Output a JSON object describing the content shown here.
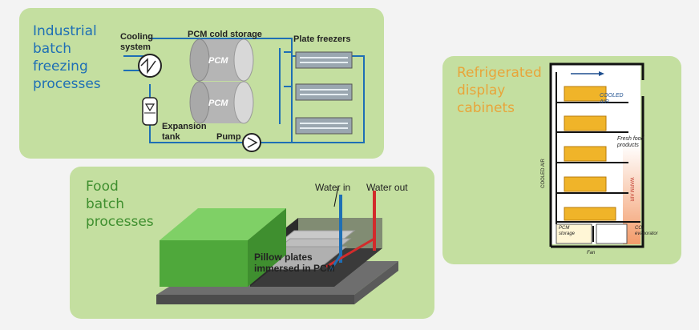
{
  "panels": {
    "industrial": {
      "title": "Industrial\nbatch\nfreezing\nprocesses",
      "labels": {
        "cooling_system": "Cooling\nsystem",
        "pcm_cold_storage": "PCM cold storage",
        "plate_freezers": "Plate freezers",
        "expansion_tank": "Expansion\ntank",
        "pump": "Pump",
        "pcm1": "PCM",
        "pcm2": "PCM"
      }
    },
    "food": {
      "title": "Food\nbatch\nprocesses",
      "labels": {
        "water_in": "Water in",
        "water_out": "Water out",
        "pillow_plates": "Pillow plates\nimmersed in PCM"
      }
    },
    "refrigerated": {
      "title": "Refrigerated\ndisplay\ncabinets",
      "labels": {
        "cooled_air": "COOLED\nAIR",
        "fresh_food": "Fresh food\nproducts",
        "cooled_air_vertical": "COOLED AIR",
        "warm_air": "WARM AIR",
        "pcm_storage": "PCM\nstorage",
        "co2_evaporator": "CO₂\nevaporator",
        "fan": "Fan"
      }
    }
  },
  "colors": {
    "panel_bg": "#c4dfa0",
    "industrial_title": "#1e6fb5",
    "food_title": "#3f8f2f",
    "refrigerated_title": "#e8a53a",
    "pipe": "#1e6fb5",
    "block": "#5cb946",
    "tray": "#f0b429"
  }
}
